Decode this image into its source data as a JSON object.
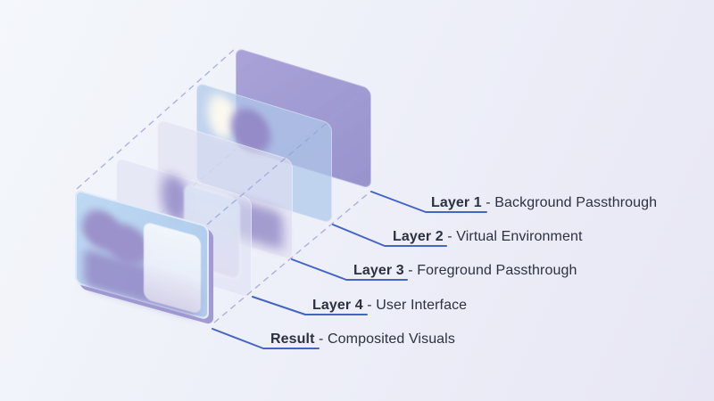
{
  "figure": "layer-compositing-diagram",
  "colors": {
    "accent": "#4565c4",
    "dash": "#98a2d6",
    "text": "#2c3140",
    "layer1_fill": "#9a92cf",
    "layer2_fill": "#b4cbe9",
    "layer3_fill": "#e0def1",
    "layer4_fill": "#dee0f3",
    "screen_fill": "#bcd7ef",
    "screen_edge": "#9d96d1",
    "blob_purple": "#9c92cb",
    "blob_white": "#fdfaef",
    "background_start": "#f4f7fb",
    "background_end": "#e8e6f4"
  },
  "annotations": [
    {
      "name": "Layer 1",
      "separator": " - ",
      "description": "Background Passthrough"
    },
    {
      "name": "Layer 2",
      "separator": " - ",
      "description": "Virtual Environment"
    },
    {
      "name": "Layer 3",
      "separator": " - ",
      "description": "Foreground Passthrough"
    },
    {
      "name": "Layer 4",
      "separator": " - ",
      "description": "User Interface"
    },
    {
      "name": "Result",
      "separator": " - ",
      "description": "Composited Visuals"
    }
  ]
}
